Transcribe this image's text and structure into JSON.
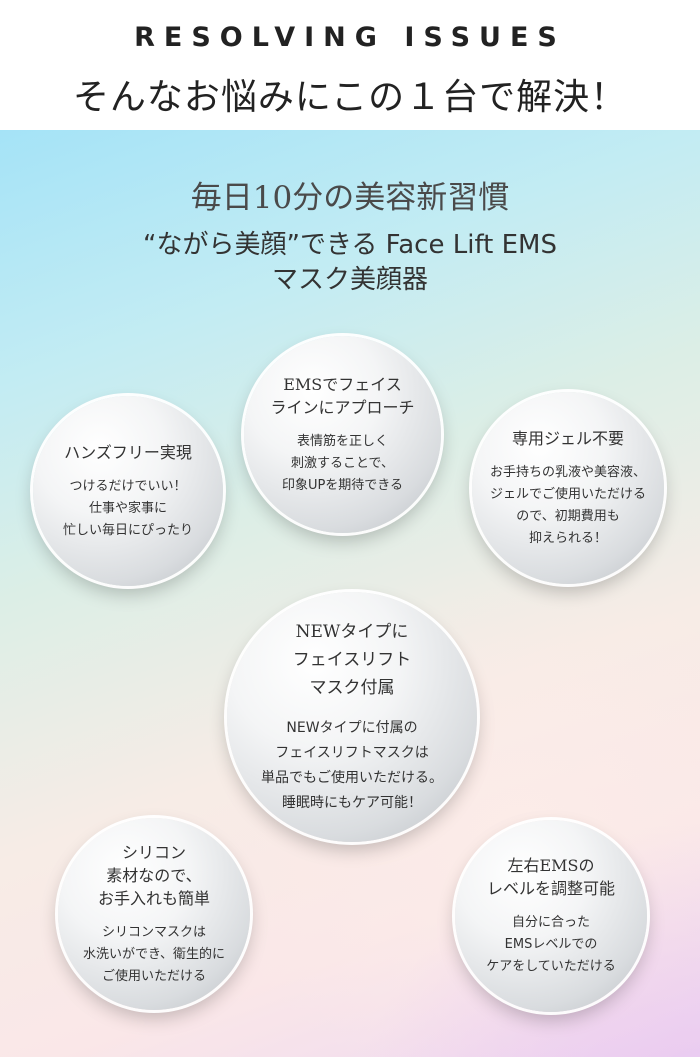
{
  "header": {
    "kicker": "RESOLVING ISSUES",
    "headline": "そんなお悩みにこの１台で解決！"
  },
  "intro": {
    "title": "毎日10分の美容新習慣",
    "tagline_line1": "“ながら美顔”できる Face Lift EMS",
    "tagline_line2": "マスク美顔器"
  },
  "features": [
    {
      "title": "ハンズフリー実現",
      "body": "つけるだけでいい！\n仕事や家事に\n忙しい毎日にぴったり"
    },
    {
      "title": "EMSでフェイス\nラインにアプローチ",
      "body": "表情筋を正しく\n刺激することで、\n印象UPを期待できる"
    },
    {
      "title": "専用ジェル不要",
      "body": "お手持ちの乳液や美容液、\nジェルでご使用いただける\nので、初期費用も\n抑えられる！"
    },
    {
      "title": "NEWタイプに\nフェイスリフト\nマスク付属",
      "body": "NEWタイプに付属の\nフェイスリフトマスクは\n単品でもご使用いただける。\n睡眠時にもケア可能！"
    },
    {
      "title": "シリコン\n素材なので、\nお手入れも簡単",
      "body": "シリコンマスクは\n水洗いができ、衛生的に\nご使用いただける"
    },
    {
      "title": "左右EMSの\nレベルを調整可能",
      "body": "自分に合った\nEMSレベルでの\nケアをしていただける"
    }
  ]
}
